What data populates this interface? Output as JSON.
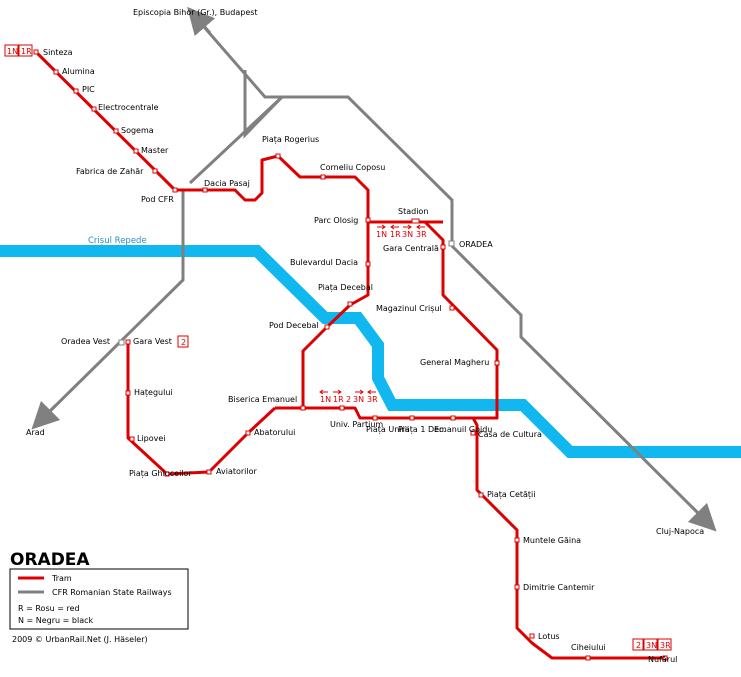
{
  "map": {
    "title": "ORADEA",
    "credit": "2009 © UrbanRail.Net (J. Häseler)",
    "colors": {
      "tram": "#dd0000",
      "rail": "#808080",
      "river": "#11b8f0",
      "background": "#ffffff"
    },
    "river": {
      "name": "Crișul Repede"
    },
    "legend": {
      "items": [
        {
          "label": "Tram"
        },
        {
          "label": "CFR Romanian State Railways"
        }
      ],
      "notes": [
        "R = Rosu = red",
        "N = Negru = black"
      ]
    },
    "rail_destinations": [
      "Episcopia Bihor (Gr.), Budapest",
      "Arad",
      "Cluj-Napoca"
    ],
    "rail_stations": [
      "ORADEA",
      "Oradea Vest"
    ],
    "route_badges": {
      "north": [
        "1N",
        "1R"
      ],
      "west": [
        "2"
      ],
      "south": [
        "2",
        "3N",
        "3R"
      ]
    },
    "direction_markers": {
      "stadion": [
        "1N",
        "1R",
        "3N",
        "3R"
      ],
      "emanuel": [
        "1N",
        "1R",
        "2",
        "3N",
        "3R"
      ]
    },
    "stations": [
      "Sinteza",
      "Alumina",
      "PIC",
      "Electrocentrale",
      "Sogema",
      "Master",
      "Fabrica de Zahăr",
      "Pod CFR",
      "Dacia Pasaj",
      "Piața Rogerius",
      "Corneliu Coposu",
      "Parc Olosig",
      "Stadion",
      "Gara Centrală",
      "Bulevardul Dacia",
      "Piața Decebal",
      "Pod Decebal",
      "Magazinul Crișul",
      "General Magheru",
      "Biserica Emanuel",
      "Univ. Partium",
      "Piața Unirii",
      "Piața 1 Dec.",
      "Emanuil Gojdu",
      "Casa de Cultura",
      "Piața Cetății",
      "Muntele Găina",
      "Dimitrie Cantemir",
      "Lotus",
      "Ciheiului",
      "Nufărul",
      "Gara Vest",
      "Hațegului",
      "Lipovei",
      "Piața Ghioceilor",
      "Aviatorilor",
      "Abatorului"
    ]
  }
}
